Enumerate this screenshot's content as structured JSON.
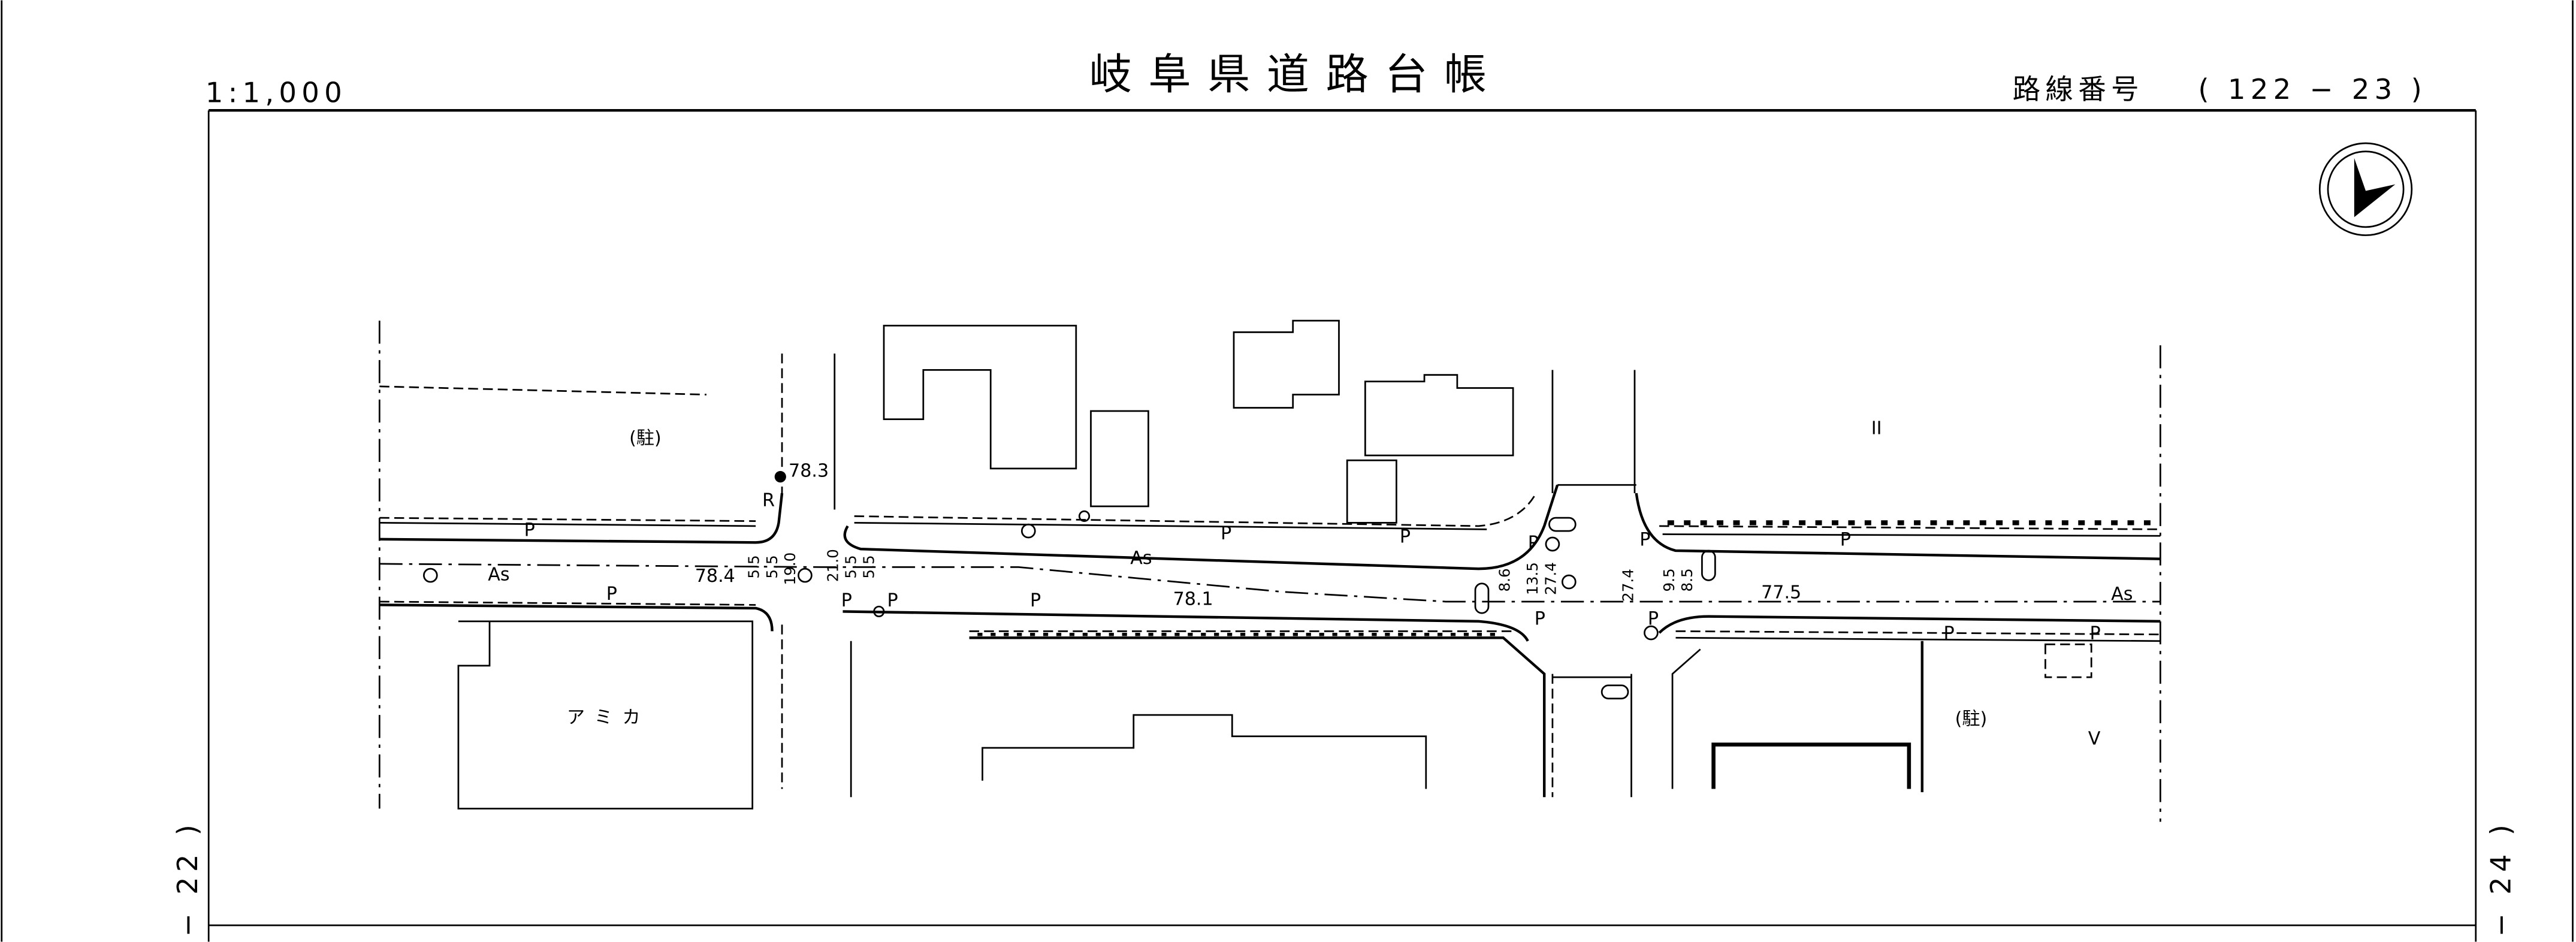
{
  "header": {
    "title": "岐阜県道路台帳",
    "scale": "1:1,000",
    "route_label": "路線番号",
    "route_number": "( 122 − 23 )"
  },
  "adjacent_sheets": {
    "left": "− 22 )",
    "right": "− 24 )"
  },
  "map": {
    "north_arrow": "north-arrow-icon",
    "labels": {
      "parking_1": "(駐)",
      "parking_2": "(駐)",
      "building_amika": "アミカ",
      "symbol_ii": "II",
      "symbol_v": "V",
      "r_mark": "R",
      "surface_1": "As",
      "surface_2": "As",
      "surface_3": "As",
      "p": "P"
    },
    "elevations": {
      "e1": "78.3",
      "e2": "78.4",
      "e3": "78.1",
      "e4": "77.5"
    },
    "widths_west": [
      "5.5",
      "5.5",
      "19.0",
      "21.0",
      "5.5",
      "5.5"
    ],
    "widths_east": [
      "8.6",
      "13.5",
      "27.4",
      "27.4",
      "9.5",
      "8.5"
    ]
  }
}
